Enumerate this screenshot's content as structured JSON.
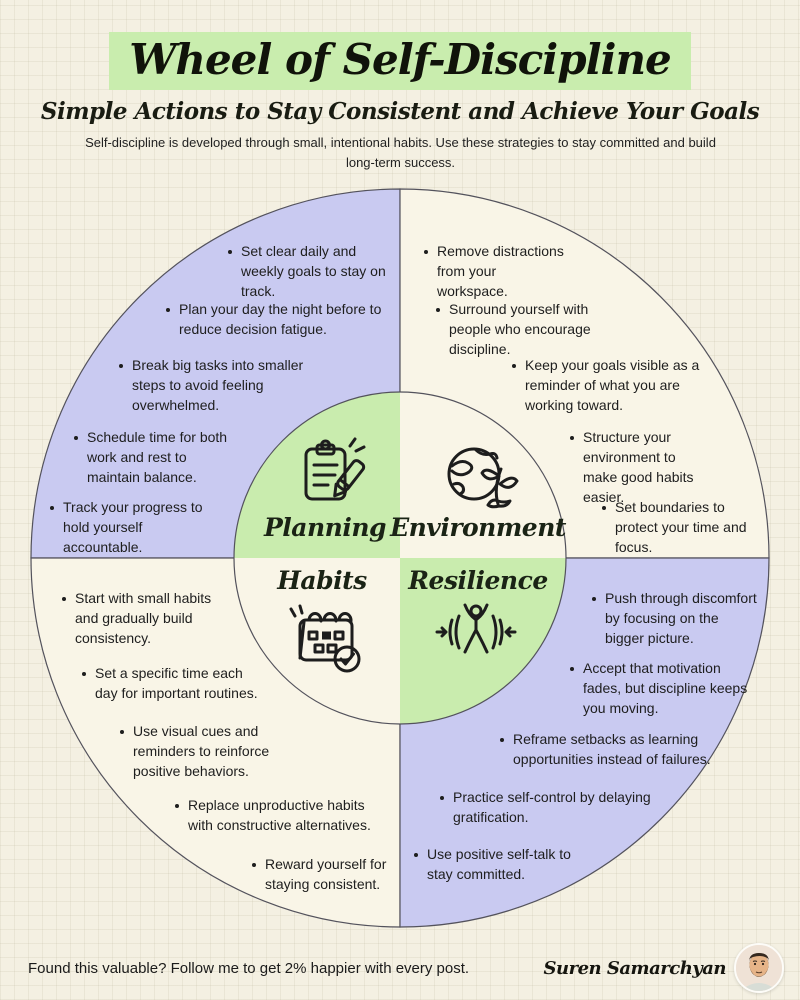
{
  "title": "Wheel of Self-Discipline",
  "subtitle": "Simple Actions to Stay Consistent and Achieve Your Goals",
  "description": "Self-discipline is developed through small, intentional habits. Use these strategies to stay committed and build long-term success.",
  "colors": {
    "page_background": "#f4f0e2",
    "title_highlight_green": "#c9edae",
    "sector_lavender": "#c9caf1",
    "sector_cream": "#f9f5e7",
    "inner_green": "#c9ecae",
    "outline": "#53525c",
    "text": "#1d1d1f"
  },
  "wheel": {
    "quadrants": [
      {
        "id": "planning",
        "label": "Planning",
        "icon": "clipboard-pencil-icon",
        "items": [
          "Set clear daily and weekly goals to stay on track.",
          "Plan your day the night before to reduce decision fatigue.",
          "Break big tasks into smaller steps to avoid feeling overwhelmed.",
          "Schedule time for both work and rest to maintain balance.",
          "Track your progress to hold yourself accountable."
        ]
      },
      {
        "id": "environment",
        "label": "Environment",
        "icon": "globe-plant-icon",
        "items": [
          "Remove distractions from your workspace.",
          "Surround yourself with people who encourage discipline.",
          "Keep your goals visible as a reminder of what you are working toward.",
          "Structure your environment to make good habits easier.",
          "Set boundaries to protect your time and focus."
        ]
      },
      {
        "id": "habits",
        "label": "Habits",
        "icon": "calendar-check-icon",
        "items": [
          "Start with small habits and gradually build consistency.",
          "Set a specific time each day for important routines.",
          "Use visual cues and reminders to reinforce positive behaviors.",
          "Replace unproductive habits with constructive alternatives.",
          "Reward yourself for staying consistent."
        ]
      },
      {
        "id": "resilience",
        "label": "Resilience",
        "icon": "figure-under-pressure-icon",
        "items": [
          "Push through discomfort by focusing on the bigger picture.",
          "Accept that motivation fades, but discipline keeps you moving.",
          "Reframe setbacks as learning opportunities instead of failures.",
          "Practice self-control by delaying gratification.",
          "Use positive self-talk to stay committed."
        ]
      }
    ]
  },
  "footer": {
    "cta": "Found this valuable? Follow me to get 2% happier with every post.",
    "author": "Suren Samarchyan"
  }
}
